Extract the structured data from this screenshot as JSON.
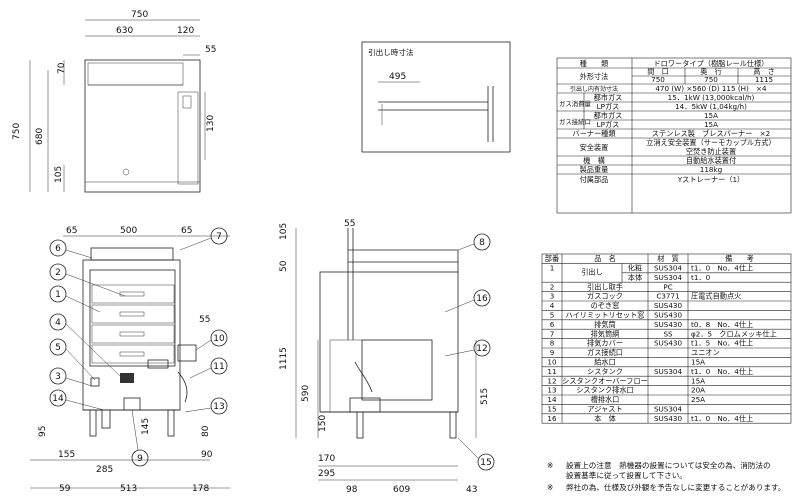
{
  "views": {
    "top": {
      "dims": [
        "750",
        "630",
        "120",
        "55",
        "70",
        "130",
        "750",
        "680",
        "105"
      ]
    },
    "front": {
      "dims": [
        "65",
        "500",
        "65",
        "55",
        "95",
        "145",
        "80",
        "155",
        "285",
        "90",
        "59",
        "513",
        "178"
      ],
      "callouts": [
        "6",
        "7",
        "2",
        "1",
        "4",
        "10",
        "5",
        "11",
        "3",
        "14",
        "13",
        "9"
      ]
    },
    "side": {
      "dims": [
        "55",
        "105",
        "50",
        "1115",
        "590",
        "150",
        "515",
        "170",
        "295",
        "98",
        "609",
        "43"
      ],
      "callouts": [
        "8",
        "16",
        "12",
        "15"
      ]
    },
    "pullout": {
      "title": "引出し時寸法",
      "dim": "495"
    }
  },
  "spec_table": {
    "rows": [
      {
        "label": "種　　類",
        "value": "ドロワータイプ（樹脂レール仕様）"
      },
      {
        "label": "外形寸法",
        "sub": [
          "間　口",
          "奥　行",
          "高　さ"
        ],
        "vals": [
          "750",
          "750",
          "1115"
        ]
      },
      {
        "label": "引出し内有効寸法",
        "value": "470 (W) ×560 (D) 115 (H)　×4"
      },
      {
        "group": "ガス消費量",
        "label": "都市ガス",
        "value": "15．1kW (13,000kcal/h)"
      },
      {
        "label": "LPガス",
        "value": "14．5kW (1,04kg/h)"
      },
      {
        "group": "ガス接続口",
        "label": "都市ガス",
        "value": "15A"
      },
      {
        "label": "LPガス",
        "value": "15A"
      },
      {
        "label": "バーナー種類",
        "value": "ステンレス製　ブレスバーナー　×2"
      },
      {
        "label": "安全装置",
        "value": "立消え安全装置（サーモカップル方式）",
        "value2": "空焚き防止装置"
      },
      {
        "label": "機　構",
        "value": "自動給水装置付"
      },
      {
        "label": "製品重量",
        "value": "118kg"
      },
      {
        "label": "付属部品",
        "value": "Yストレーナー（1）"
      }
    ]
  },
  "parts_table": {
    "headers": [
      "部番",
      "品　名",
      "材　質",
      "備　　考"
    ],
    "rows": [
      {
        "no": "1",
        "name": "引出し",
        "sub": "化粧",
        "mat": "SUS304",
        "note": "t1．0　No．4仕上"
      },
      {
        "no": "",
        "name": "",
        "sub": "本体",
        "mat": "SUS304",
        "note": "t1．0"
      },
      {
        "no": "2",
        "name": "引出し取手",
        "sub": "",
        "mat": "PC",
        "note": ""
      },
      {
        "no": "3",
        "name": "ガスコック",
        "sub": "",
        "mat": "C3771",
        "note": "圧電式自動点火"
      },
      {
        "no": "4",
        "name": "のぞき窓",
        "sub": "",
        "mat": "SUS430",
        "note": ""
      },
      {
        "no": "5",
        "name": "ハイリミットリセット窓",
        "sub": "",
        "mat": "SUS430",
        "note": ""
      },
      {
        "no": "6",
        "name": "排気筒",
        "sub": "",
        "mat": "SUS430",
        "note": "t0．8　No．4仕上"
      },
      {
        "no": "7",
        "name": "排気筒網",
        "sub": "",
        "mat": "SS",
        "note": "φ2．5　クロムメッキ仕上"
      },
      {
        "no": "8",
        "name": "排気カバー",
        "sub": "",
        "mat": "SUS430",
        "note": "t1．5　No．4仕上"
      },
      {
        "no": "9",
        "name": "ガス接続口",
        "sub": "",
        "mat": "",
        "note": "ユニオン"
      },
      {
        "no": "10",
        "name": "給水口",
        "sub": "",
        "mat": "",
        "note": "15A"
      },
      {
        "no": "11",
        "name": "シスタンク",
        "sub": "",
        "mat": "SUS304",
        "note": "t1．0　No．4仕上"
      },
      {
        "no": "12",
        "name": "シスタンクオーバーフロー",
        "sub": "",
        "mat": "",
        "note": "15A"
      },
      {
        "no": "13",
        "name": "シスタンク排水口",
        "sub": "",
        "mat": "",
        "note": "20A"
      },
      {
        "no": "14",
        "name": "槽排水口",
        "sub": "",
        "mat": "",
        "note": "25A"
      },
      {
        "no": "15",
        "name": "アジャスト",
        "sub": "",
        "mat": "SUS304",
        "note": ""
      },
      {
        "no": "16",
        "name": "本　体",
        "sub": "",
        "mat": "SUS430",
        "note": "t1．0　No．4仕上"
      }
    ]
  },
  "notes": [
    {
      "mark": "※",
      "text": "設置上の注意　熱機器の設置については安全の為、消防法の"
    },
    {
      "mark": "",
      "text": "設置基準に従って設置して下さい。"
    },
    {
      "mark": "※",
      "text": "弊社の為、仕様及び外観を予告なしに変更することがあります。"
    }
  ]
}
